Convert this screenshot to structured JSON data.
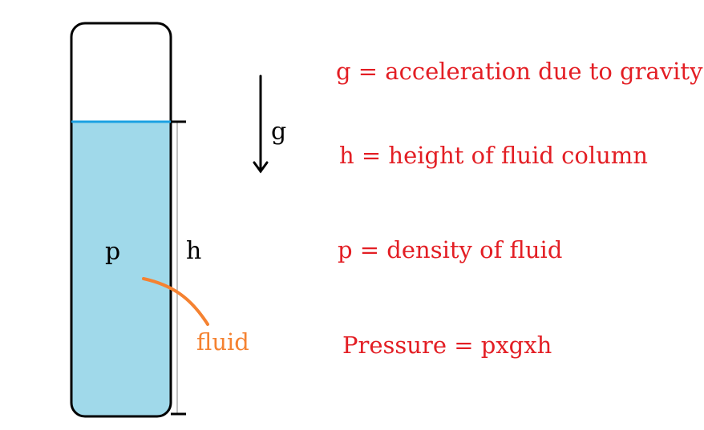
{
  "diagram": {
    "labels": {
      "density_symbol": "p",
      "height_symbol": "h",
      "gravity_symbol": "g",
      "fluid_label": "fluid"
    },
    "definitions": [
      {
        "text": "g = acceleration due to gravity"
      },
      {
        "text": "h = height of fluid column"
      },
      {
        "text": "p = density of fluid"
      },
      {
        "text": "Pressure = pxgxh"
      }
    ],
    "colors": {
      "fluid_fill": "#a0d9ea",
      "fluid_surface": "#1ba1e2",
      "outline": "#000000",
      "height_bracket": "#c0c0c0",
      "fluid_pointer": "#f58231",
      "definition_text": "#e31e24"
    }
  }
}
